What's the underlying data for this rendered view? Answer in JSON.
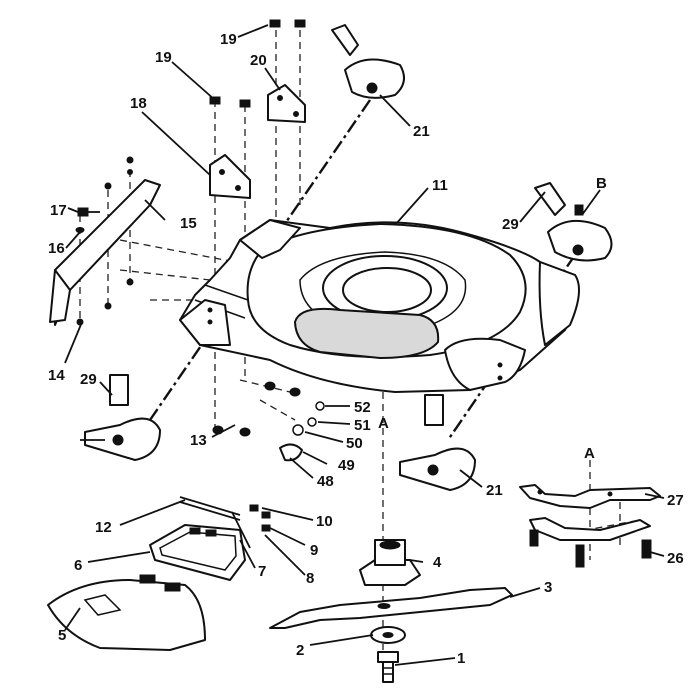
{
  "callouts": {
    "c1": "1",
    "c2": "2",
    "c3": "3",
    "c4": "4",
    "c5": "5",
    "c6": "6",
    "c7": "7",
    "c8": "8",
    "c9": "9",
    "c10": "10",
    "c11": "11",
    "c12": "12",
    "c13": "13",
    "c14": "14",
    "c15": "15",
    "c16": "16",
    "c17": "17",
    "c18": "18",
    "c19a": "19",
    "c19b": "19",
    "c20": "20",
    "c21a": "21",
    "c21b": "21",
    "c26": "26",
    "c27": "27",
    "c29a": "29",
    "c29b": "29",
    "c48": "48",
    "c49": "49",
    "c50": "50",
    "c51": "51",
    "c52": "52",
    "cA1": "A",
    "cA2": "A",
    "cB": "B"
  }
}
